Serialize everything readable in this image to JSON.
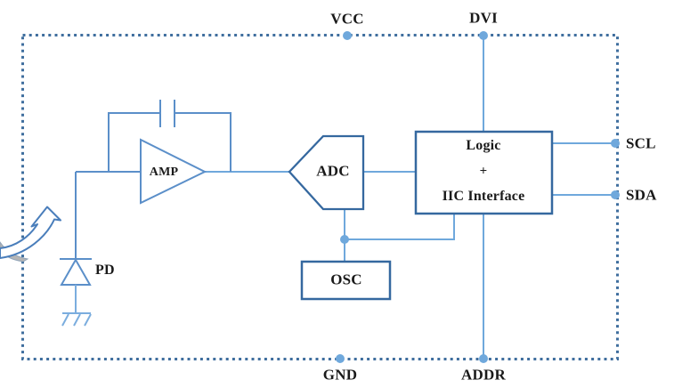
{
  "diagram": {
    "type": "sensor-ic-block-diagram",
    "pins": {
      "vcc": {
        "label": "VCC",
        "side": "top"
      },
      "dvi": {
        "label": "DVI",
        "side": "top"
      },
      "gnd": {
        "label": "GND",
        "side": "bottom"
      },
      "addr": {
        "label": "ADDR",
        "side": "bottom"
      },
      "scl": {
        "label": "SCL",
        "side": "right"
      },
      "sda": {
        "label": "SDA",
        "side": "right"
      }
    },
    "blocks": {
      "amp": {
        "label": "AMP"
      },
      "adc": {
        "label": "ADC"
      },
      "osc": {
        "label": "OSC"
      },
      "pd": {
        "label": "PD"
      },
      "logic": {
        "lines": [
          "Logic",
          "+",
          "IIC Interface"
        ]
      }
    },
    "colors": {
      "chip_border": "#3f6e9e",
      "block_stroke": "#35689f",
      "analog_stroke": "#5b8fc9",
      "wire": "#6fa8dc",
      "pin_dot": "#6fa8dc",
      "label_text": "#1a1a1a",
      "light_arrow_stroke": "#4a7ebb",
      "light_arrow_shade": "#b5b5b5"
    }
  }
}
